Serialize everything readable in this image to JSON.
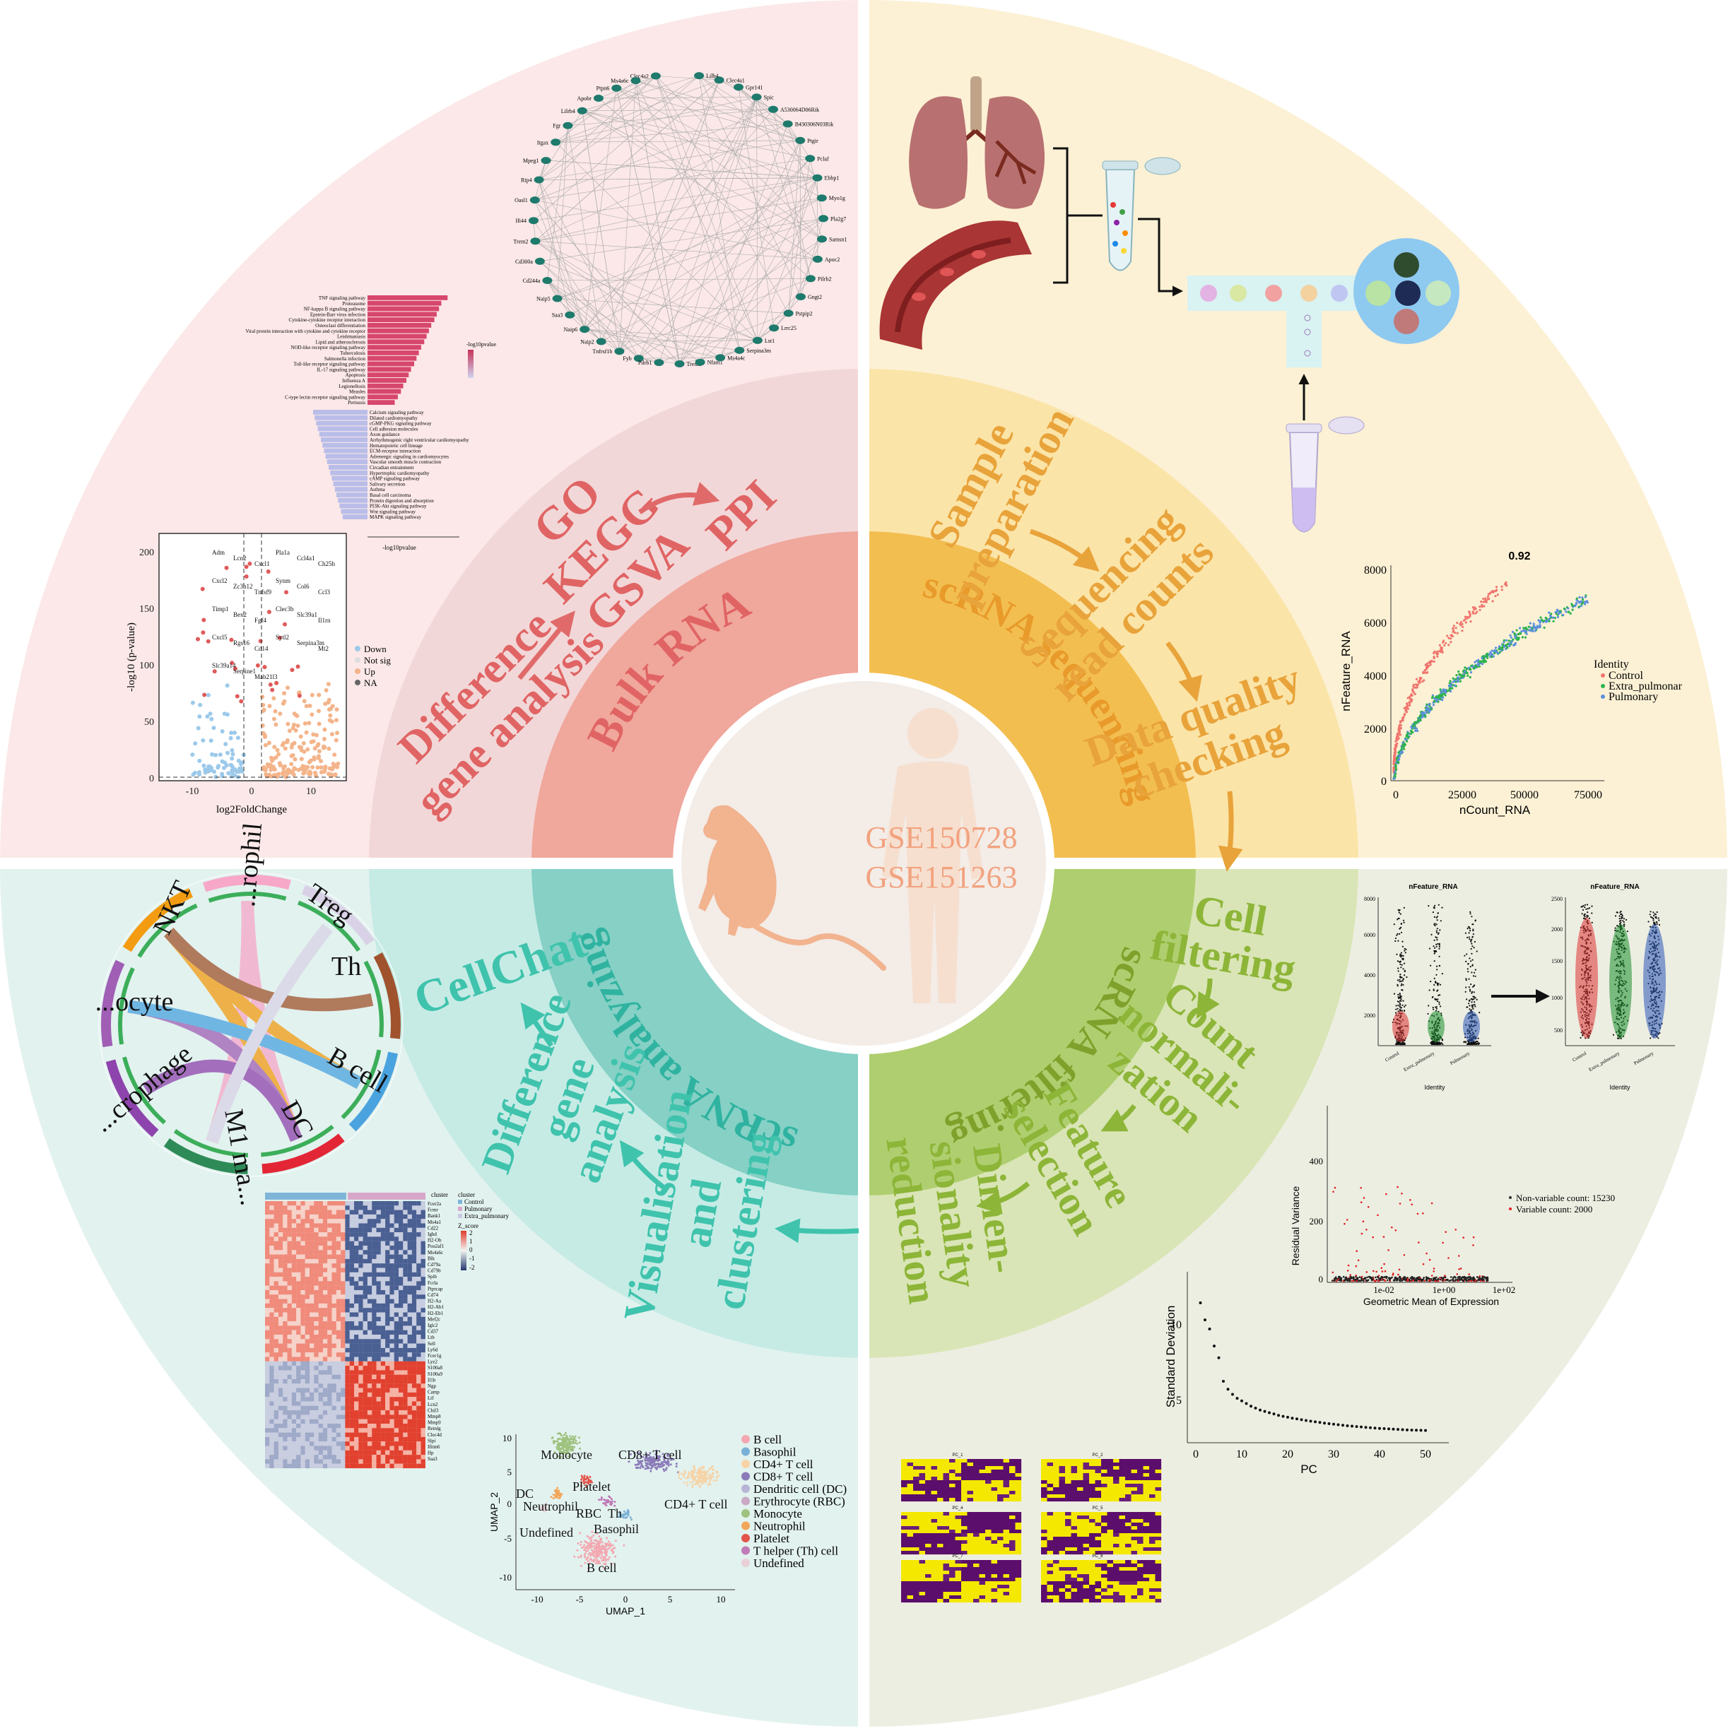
{
  "center": {
    "ids": [
      "GSE150728",
      "GSE151263"
    ]
  },
  "ring_labels": {
    "bulk": "Bulk RNA",
    "seq": "scRNA sequencing",
    "filter": "scRNA filtering",
    "analyze": "scRNA analyzing"
  },
  "steps": {
    "bulk": {
      "diff": [
        "Difference",
        "gene analysis"
      ],
      "enrich": [
        "GO",
        "KEGG",
        "GSVA"
      ],
      "ppi": "PPI"
    },
    "seq": {
      "prep": [
        "Sample",
        "preparation"
      ],
      "reads": [
        "Sequencing",
        "read counts"
      ],
      "qc": [
        "Data quality",
        "checking"
      ]
    },
    "filter": {
      "cell": [
        "Cell",
        "filtering"
      ],
      "norm": [
        "Count",
        "normali-",
        "zation"
      ],
      "feat": [
        "Feature",
        "selection"
      ],
      "dim": [
        "Dimen-",
        "sionality",
        "reduction"
      ]
    },
    "analyze": {
      "vis": [
        "Visualisation",
        "and",
        "clustering"
      ],
      "diff": [
        "Difference",
        "gene",
        "analysis"
      ],
      "cellchat": "CellChat"
    }
  },
  "volcano": {
    "xlabel": "log2FoldChange",
    "ylabel": "-log10 (p-value)",
    "xticks": [
      "-10",
      "0",
      "10"
    ],
    "yticks": [
      "0",
      "50",
      "100",
      "150",
      "200"
    ],
    "legend": [
      "Down",
      "Not sig",
      "Up",
      "NA"
    ],
    "genes": [
      "Adm",
      "Lcn2",
      "Cxcl1",
      "Pla1a",
      "Ccl4a1",
      "Ch25h",
      "Cxcl2",
      "Zc3h12",
      "Tnfsf9",
      "Synm",
      "Col6",
      "Ccl3",
      "Timp1",
      "Bex2",
      "Fgf4",
      "Clec3b",
      "Slc39a1",
      "Il1rn",
      "Cxcl5",
      "Rgs16",
      "Cd14",
      "Sytl2",
      "Serpina3m",
      "Mt2",
      "Slc39a14",
      "Serpine1",
      "Mab21l3"
    ]
  },
  "kegg": {
    "up": [
      "TNF signaling pathway",
      "Proteasome",
      "NF-kappa B signaling pathway",
      "Epstein-Barr virus infection",
      "Cytokine-cytokine receptor interaction",
      "Osteoclast differentiation",
      "Viral protein interaction with cytokine and cytokine receptor",
      "Leishmaniasis",
      "Lipid and atherosclerosis",
      "NOD-like receptor signaling pathway",
      "Tuberculosis",
      "Salmonella infection",
      "Toll-like receptor signaling pathway",
      "IL-17 signaling pathway",
      "Apoptosis",
      "Influenza A",
      "Legionellosis",
      "Measles",
      "C-type lectin receptor signaling pathway",
      "Pertussis"
    ],
    "down": [
      "Calcium signaling pathway",
      "Dilated cardiomyopathy",
      "cGMP-PKG signaling pathway",
      "Cell adhesion molecules",
      "Axon guidance",
      "Arrhythmogenic right ventricular cardiomyopathy",
      "Hematopoietic cell lineage",
      "ECM-receptor interaction",
      "Adrenergic signaling in cardiomyocytes",
      "Vascular smooth muscle contraction",
      "Circadian entrainment",
      "Hypertrophic cardiomyopathy",
      "cAMP signaling pathway",
      "Salivary secretion",
      "Asthma",
      "Basal cell carcinoma",
      "Protein digestion and absorption",
      "PI3K-Akt signaling pathway",
      "Wnt signaling pathway",
      "MAPK signaling pathway"
    ],
    "up_values": [
      10.3,
      9.5,
      9.2,
      8.9,
      8.6,
      8.2,
      7.9,
      7.6,
      7.3,
      6.9,
      6.6,
      6.3,
      6.0,
      5.6,
      5.3,
      5.0,
      4.6,
      4.3,
      3.9,
      3.5
    ],
    "down_values": [
      7.0,
      6.8,
      6.6,
      6.4,
      6.2,
      6.0,
      5.8,
      5.6,
      5.4,
      5.2,
      5.0,
      4.8,
      4.6,
      4.4,
      4.2,
      4.0,
      3.8,
      3.6,
      3.4,
      3.2
    ],
    "xlabel": "-log10pvalue",
    "legend_title": "-log10pvalue"
  },
  "ppi": {
    "genes": [
      "Clec4a2",
      "Ms4a6c",
      "Ptpn6",
      "Apobr",
      "Lilrb4",
      "Fgr",
      "Itgax",
      "Mpeg1",
      "Rtp4",
      "Oasl1",
      "Ifi44",
      "Trem2",
      "Cd300a",
      "Cd244a",
      "Naip5",
      "Saa3",
      "Naip6",
      "Naip2",
      "Tnfrsf1b",
      "Fyb",
      "Pilrb1",
      "Trem3",
      "Nfam1",
      "Ms4a4c",
      "Serpina3m",
      "Lst1",
      "Lrrc25",
      "Pstpip2",
      "Gngt2",
      "Pilrb2",
      "Apoc2",
      "Samsn1",
      "Pla2g7",
      "Myo1g",
      "Ebbp1",
      "Pclaf",
      "Ptgir",
      "B430306N03Rik",
      "A530064D06Rik",
      "Spic",
      "Gpr141",
      "Clec4a1",
      "Lilb4"
    ]
  },
  "scatter": {
    "title": "0.92",
    "xlabel": "nCount_RNA",
    "ylabel": "nFeature_RNA",
    "xticks": [
      "0",
      "25000",
      "50000",
      "75000"
    ],
    "yticks": [
      "0",
      "2000",
      "4000",
      "6000",
      "8000"
    ],
    "legend_title": "Identity",
    "legend": [
      "Control",
      "Extra_pulmonar",
      "Pulmonary"
    ]
  },
  "violin": {
    "title": "nFeature_RNA",
    "xlabel": "Identity",
    "groups": [
      "Control",
      "Extra_pulmonary",
      "Pulmonary"
    ],
    "before_ticks": [
      "2000",
      "4000",
      "6000",
      "8000"
    ],
    "after_ticks": [
      "500",
      "1000",
      "1500",
      "2000",
      "2500"
    ]
  },
  "variance": {
    "xlabel": "Geometric Mean of Expression",
    "ylabel": "Residual Variance",
    "xticks": [
      "1e-02",
      "1e+00",
      "1e+02"
    ],
    "yticks": [
      "0",
      "200",
      "400"
    ],
    "legend": [
      "Non-variable count: 15230",
      "Variable count: 2000"
    ]
  },
  "elbow": {
    "xlabel": "PC",
    "ylabel": "Standard Deviation",
    "xticks": [
      "0",
      "10",
      "20",
      "30",
      "40",
      "50"
    ],
    "yticks": [
      "5",
      "10"
    ],
    "sd": [
      12.5,
      11.2,
      10.5,
      9.2,
      8.3,
      6.5,
      5.9,
      5.5,
      5.2,
      5.0,
      4.8,
      4.6,
      4.45,
      4.3,
      4.2,
      4.1,
      4.0,
      3.9,
      3.82,
      3.75,
      3.68,
      3.62,
      3.56,
      3.5,
      3.45,
      3.4,
      3.35,
      3.3,
      3.26,
      3.22,
      3.18,
      3.14,
      3.1,
      3.07,
      3.04,
      3.01,
      2.98,
      2.95,
      2.92,
      2.9,
      2.88,
      2.86,
      2.84,
      2.82,
      2.8,
      2.78,
      2.77,
      2.76,
      2.75,
      2.74
    ]
  },
  "pc_heatmaps": [
    "PC_1",
    "PC_2",
    "PC_4",
    "PC_5",
    "PC_7",
    "PC_8"
  ],
  "umap": {
    "xlabel": "UMAP_1",
    "ylabel": "UMAP_2",
    "xticks": [
      "-10",
      "-5",
      "0",
      "5",
      "10"
    ],
    "yticks": [
      "-10",
      "-5",
      "0",
      "5",
      "10"
    ],
    "cluster_labels": [
      "Monocyte",
      "Platelet",
      "CD8+ T cell",
      "CD4+ T cell",
      "DC",
      "Neutrophil",
      "RBC",
      "Th",
      "Basophil",
      "Undefined",
      "B cell"
    ],
    "legend": [
      "B cell",
      "Basophil",
      "CD4+ T cell",
      "CD8+ T cell",
      "Dendritic cell (DC)",
      "Erythrocyte (RBC)",
      "Monocyte",
      "Neutrophil",
      "Platelet",
      "T helper (Th) cell",
      "Undefined"
    ],
    "legend_colors": [
      "#f4a7b0",
      "#7ab0d6",
      "#f7d3a6",
      "#8a7bb8",
      "#b7b4d6",
      "#c9a9c4",
      "#9fc27f",
      "#f2a65a",
      "#e2544a",
      "#c07ab8",
      "#e8d0d6"
    ]
  },
  "heatmap": {
    "legend_title": "cluster",
    "legend": [
      "Control",
      "Pulmonary",
      "Extra_pulmonary"
    ],
    "scale_title": "Z_score",
    "scale_ticks": [
      "2",
      "1",
      "0",
      "-1",
      "-2"
    ],
    "genes": [
      "Fcer2a",
      "Fcmr",
      "Bank1",
      "Ms4a1",
      "Cd22",
      "Ighd",
      "H2-Ob",
      "Pou2af1",
      "Ms4a6c",
      "Blk",
      "Cd79a",
      "Cd79b",
      "Spib",
      "Fcrla",
      "Ptprcap",
      "Cd74",
      "H2-Aa",
      "H2-Ab1",
      "H2-Eb1",
      "Mef2c",
      "Iglc2",
      "Cd37",
      "Ltb",
      "Sell",
      "Ly6d",
      "Fcer1g",
      "Lyz2",
      "S100a8",
      "S100a9",
      "Il1b",
      "Ngp",
      "Camp",
      "Ltf",
      "Lcn2",
      "Chil3",
      "Mmp8",
      "Mmp9",
      "Retnlg",
      "Clec4d",
      "Slpi",
      "Ifitm6",
      "Hp",
      "Saa3"
    ]
  },
  "chord": {
    "labels": [
      "NKT",
      "...rophil",
      "Treg",
      "Th",
      "B cell",
      "DC",
      "M1 ma...",
      "...crophage",
      "...ocyte"
    ]
  }
}
